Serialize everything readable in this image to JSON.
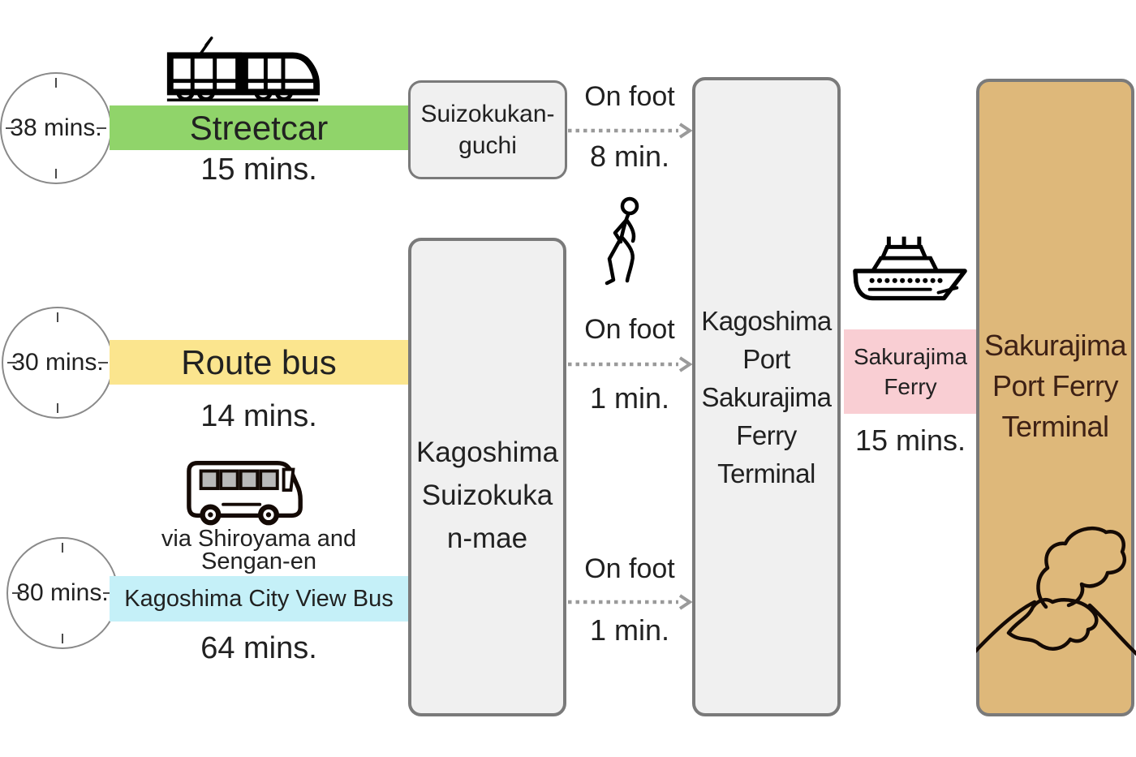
{
  "colors": {
    "streetcar_bar": "#90d46a",
    "route_bus_bar": "#fbe58e",
    "city_view_bus_bar": "#c5f0f8",
    "ferry_box": "#f9ced3",
    "terminal_column": "#deb87a",
    "station_box_fill": "#f0f0f0",
    "station_box_border": "#7a7a7a",
    "terminal_text": "#3e2115"
  },
  "clocks": {
    "streetcar": "38 mins.",
    "route_bus": "30 mins.",
    "city_view_bus": "80 mins."
  },
  "routes": {
    "streetcar": {
      "name": "Streetcar",
      "duration": "15 mins."
    },
    "route_bus": {
      "name": "Route bus",
      "duration": "14 mins."
    },
    "city_view_bus": {
      "via_line1": "via Shiroyama and",
      "via_line2": "Sengan-en",
      "name": "Kagoshima City View Bus",
      "duration": "64 mins."
    }
  },
  "stations": {
    "suizokukan_guchi": {
      "line1": "Suizokukan-",
      "line2": "guchi"
    },
    "suizokukan_mae": {
      "line1": "Kagoshima",
      "line2": "Suizokuka",
      "line3": "n-mae"
    },
    "kagoshima_port_terminal": {
      "line1": "Kagoshima",
      "line2": "Port",
      "line3": "Sakurajima",
      "line4": "Ferry",
      "line5": "Terminal"
    },
    "sakurajima_port_terminal": {
      "line1": "Sakurajima",
      "line2": "Port Ferry",
      "line3": "Terminal"
    }
  },
  "walks": {
    "walk1": {
      "label": "On foot",
      "duration": "8 min."
    },
    "walk2": {
      "label": "On foot",
      "duration": "1 min."
    },
    "walk3": {
      "label": "On foot",
      "duration": "1 min."
    }
  },
  "ferry": {
    "line1": "Sakurajima",
    "line2": "Ferry",
    "duration": "15 mins."
  }
}
